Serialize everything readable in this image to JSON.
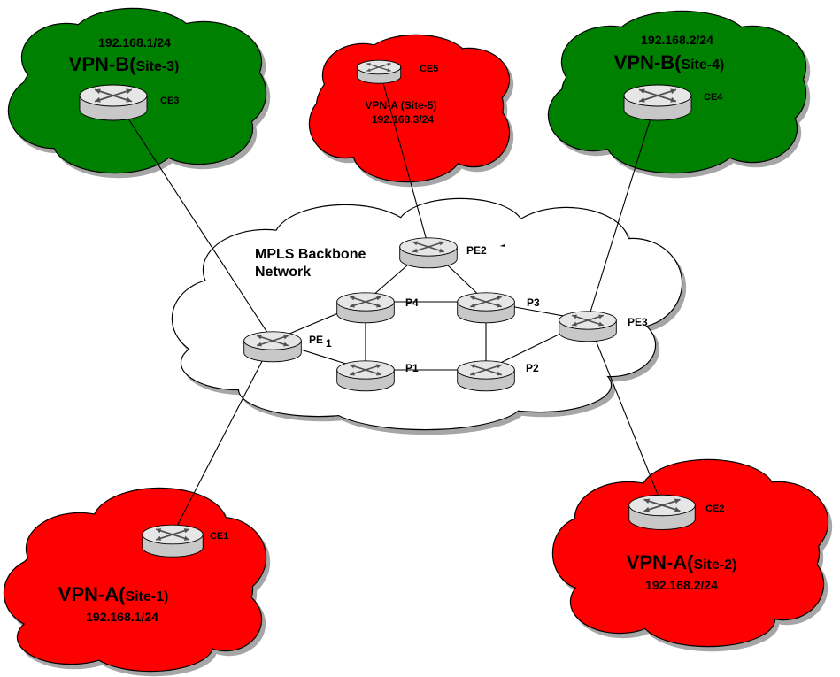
{
  "colors": {
    "vpn_a": "#ff0000",
    "vpn_b": "#008000",
    "backbone": "#ffffff",
    "outline": "#000000",
    "router_body": "#c8c8c8",
    "router_top": "#e6e6e6"
  },
  "backbone": {
    "line1": "MPLS Backbone",
    "line2": "Network"
  },
  "sites": {
    "site3": {
      "vpn": "VPN-B(",
      "site": "Site-3)",
      "subnet": "192.168.1/24"
    },
    "site4": {
      "vpn": "VPN-B(",
      "site": "Site-4)",
      "subnet": "192.168.2/24"
    },
    "site5": {
      "label": "VPN-A (Site-5)",
      "subnet": "192.168.3/24"
    },
    "site1": {
      "vpn": "VPN-A(",
      "site": "Site-1)",
      "subnet": "192.168.1/24"
    },
    "site2": {
      "vpn": "VPN-A(",
      "site": "Site-2)",
      "subnet": "192.168.2/24"
    }
  },
  "routers": {
    "ce1": "CE1",
    "ce2": "CE2",
    "ce3": "CE3",
    "ce4": "CE4",
    "ce5": "CE5",
    "pe1": "PE",
    "pe1_sub": "1",
    "pe2": "PE2",
    "pe3": "PE3",
    "p1": "P1",
    "p2": "P2",
    "p3": "P3",
    "p4": "P4"
  },
  "links": [
    "CE3-PE1",
    "CE1-PE1",
    "CE5-PE2",
    "CE4-PE3",
    "CE2-PE3",
    "PE1-P4",
    "PE1-P1",
    "P4-P1",
    "P4-PE2",
    "PE2-P3",
    "P4-P3",
    "P1-P2",
    "P3-P2",
    "P3-PE3",
    "P2-PE3"
  ]
}
